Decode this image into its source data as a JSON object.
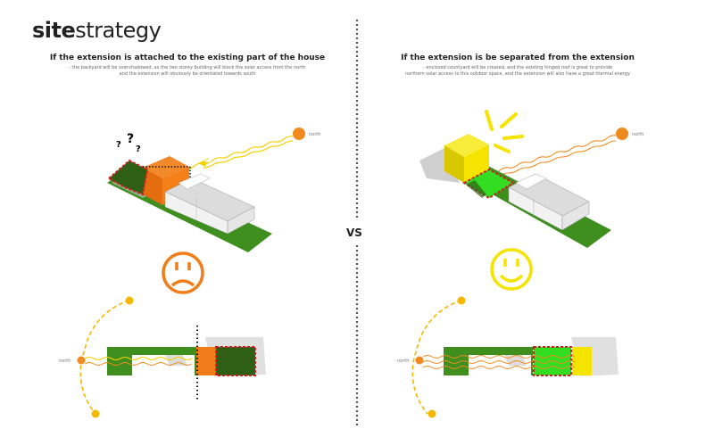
{
  "title": {
    "bold": "site",
    "light": "strategy"
  },
  "left": {
    "heading": "If the extension is attached to the existing part of the house",
    "line1": "- the backyard will be overshadowed, as the two storey building will block the solar access from the north",
    "line2": "and the extension will obviously be orientated towards south",
    "north_label": "north",
    "plan_north_label": "north",
    "question_marks": [
      "?",
      "?",
      "?"
    ],
    "face": "sad"
  },
  "right": {
    "heading": "If the extension is be separated from the extension",
    "line1": "- enclosed countyard will be created, and the existing  hinged roof is great to provide",
    "line2": "northern solar access to this outdoor space, and the extension will also have a great thermal energy",
    "north_label": "north",
    "plan_north_label": "north",
    "face": "happy"
  },
  "vs_label": "VS",
  "colors": {
    "orange": "#f07d1a",
    "yellow": "#f5e300",
    "lime": "#33dd22",
    "grass": "#3f8f1f",
    "dark_green": "#2e5f14",
    "red_dash": "#cc2020",
    "sun": "#f08a1e",
    "path_dot": "#f5b800"
  }
}
